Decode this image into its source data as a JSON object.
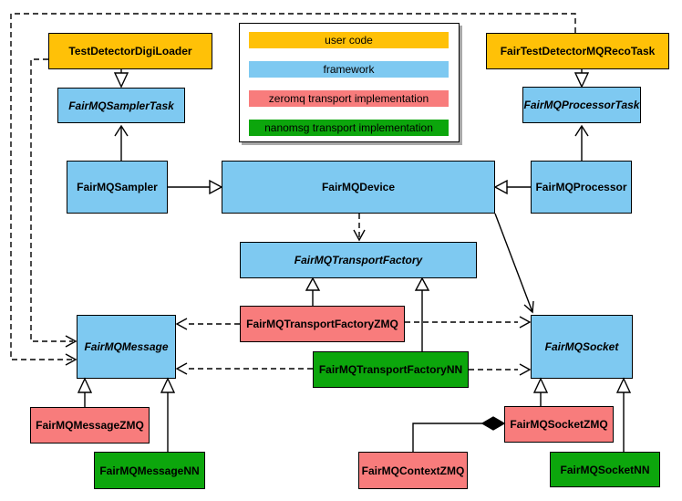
{
  "legend": {
    "items": [
      {
        "id": "user-code",
        "label": "user code",
        "color": "#FFC107"
      },
      {
        "id": "framework",
        "label": "framework",
        "color": "#7EC9F1"
      },
      {
        "id": "zeromq",
        "label": "zeromq transport implementation",
        "color": "#F87C7C"
      },
      {
        "id": "nanomsg",
        "label": "nanomsg transport implementation",
        "color": "#0CA60C"
      }
    ]
  },
  "nodes": {
    "digiLoader": {
      "label": "TestDetectorDigiLoader",
      "category": "user code",
      "abstract": false
    },
    "recoTask": {
      "label": "FairTestDetectorMQRecoTask",
      "category": "user code",
      "abstract": false
    },
    "samplerTask": {
      "label": "FairMQSamplerTask",
      "category": "framework",
      "abstract": true
    },
    "processorTask": {
      "label": "FairMQProcessorTask",
      "category": "framework",
      "abstract": true
    },
    "sampler": {
      "label": "FairMQSampler",
      "category": "framework",
      "abstract": false
    },
    "device": {
      "label": "FairMQDevice",
      "category": "framework",
      "abstract": false
    },
    "processor": {
      "label": "FairMQProcessor",
      "category": "framework",
      "abstract": false
    },
    "transportFactory": {
      "label": "FairMQTransportFactory",
      "category": "framework",
      "abstract": true
    },
    "message": {
      "label": "FairMQMessage",
      "category": "framework",
      "abstract": true
    },
    "socket": {
      "label": "FairMQSocket",
      "category": "framework",
      "abstract": true
    },
    "tfZMQ": {
      "label": "FairMQTransportFactoryZMQ",
      "category": "zeromq",
      "abstract": false
    },
    "tfNN": {
      "label": "FairMQTransportFactoryNN",
      "category": "nanomsg",
      "abstract": false
    },
    "msgZMQ": {
      "label": "FairMQMessageZMQ",
      "category": "zeromq",
      "abstract": false
    },
    "msgNN": {
      "label": "FairMQMessageNN",
      "category": "nanomsg",
      "abstract": false
    },
    "contextZMQ": {
      "label": "FairMQContextZMQ",
      "category": "zeromq",
      "abstract": false
    },
    "sockZMQ": {
      "label": "FairMQSocketZMQ",
      "category": "zeromq",
      "abstract": false
    },
    "sockNN": {
      "label": "FairMQSocketNN",
      "category": "nanomsg",
      "abstract": false
    }
  },
  "relations": [
    {
      "from": "TestDetectorDigiLoader",
      "to": "FairMQSamplerTask",
      "type": "inheritance-solid-triangle"
    },
    {
      "from": "FairTestDetectorMQRecoTask",
      "to": "FairMQProcessorTask",
      "type": "inheritance-solid-triangle"
    },
    {
      "from": "FairMQSampler",
      "to": "FairMQSamplerTask",
      "type": "solid-open-arrow"
    },
    {
      "from": "FairMQProcessor",
      "to": "FairMQProcessorTask",
      "type": "solid-open-arrow"
    },
    {
      "from": "FairMQSampler",
      "to": "FairMQDevice",
      "type": "inheritance-solid-triangle"
    },
    {
      "from": "FairMQProcessor",
      "to": "FairMQDevice",
      "type": "inheritance-solid-triangle"
    },
    {
      "from": "FairMQDevice",
      "to": "FairMQTransportFactory",
      "type": "dashed-open-arrow"
    },
    {
      "from": "FairMQDevice",
      "to": "FairMQSocket",
      "type": "solid-open-arrow"
    },
    {
      "from": "TestDetectorDigiLoader",
      "to": "FairMQMessage",
      "type": "dashed-open-arrow"
    },
    {
      "from": "FairTestDetectorMQRecoTask",
      "to": "FairMQMessage",
      "type": "dashed-open-arrow"
    },
    {
      "from": "FairMQTransportFactoryZMQ",
      "to": "FairMQTransportFactory",
      "type": "inheritance-solid-triangle"
    },
    {
      "from": "FairMQTransportFactoryNN",
      "to": "FairMQTransportFactory",
      "type": "inheritance-solid-triangle"
    },
    {
      "from": "FairMQTransportFactoryZMQ",
      "to": "FairMQMessage",
      "type": "dashed-open-arrow"
    },
    {
      "from": "FairMQTransportFactoryZMQ",
      "to": "FairMQSocket",
      "type": "dashed-open-arrow"
    },
    {
      "from": "FairMQTransportFactoryNN",
      "to": "FairMQMessage",
      "type": "dashed-open-arrow"
    },
    {
      "from": "FairMQTransportFactoryNN",
      "to": "FairMQSocket",
      "type": "dashed-open-arrow"
    },
    {
      "from": "FairMQMessageZMQ",
      "to": "FairMQMessage",
      "type": "inheritance-solid-triangle"
    },
    {
      "from": "FairMQMessageNN",
      "to": "FairMQMessage",
      "type": "inheritance-solid-triangle"
    },
    {
      "from": "FairMQSocketZMQ",
      "to": "FairMQSocket",
      "type": "inheritance-solid-triangle"
    },
    {
      "from": "FairMQSocketNN",
      "to": "FairMQSocket",
      "type": "inheritance-solid-triangle"
    },
    {
      "from": "FairMQContextZMQ",
      "to": "FairMQSocketZMQ",
      "type": "composition-filled-diamond"
    }
  ]
}
